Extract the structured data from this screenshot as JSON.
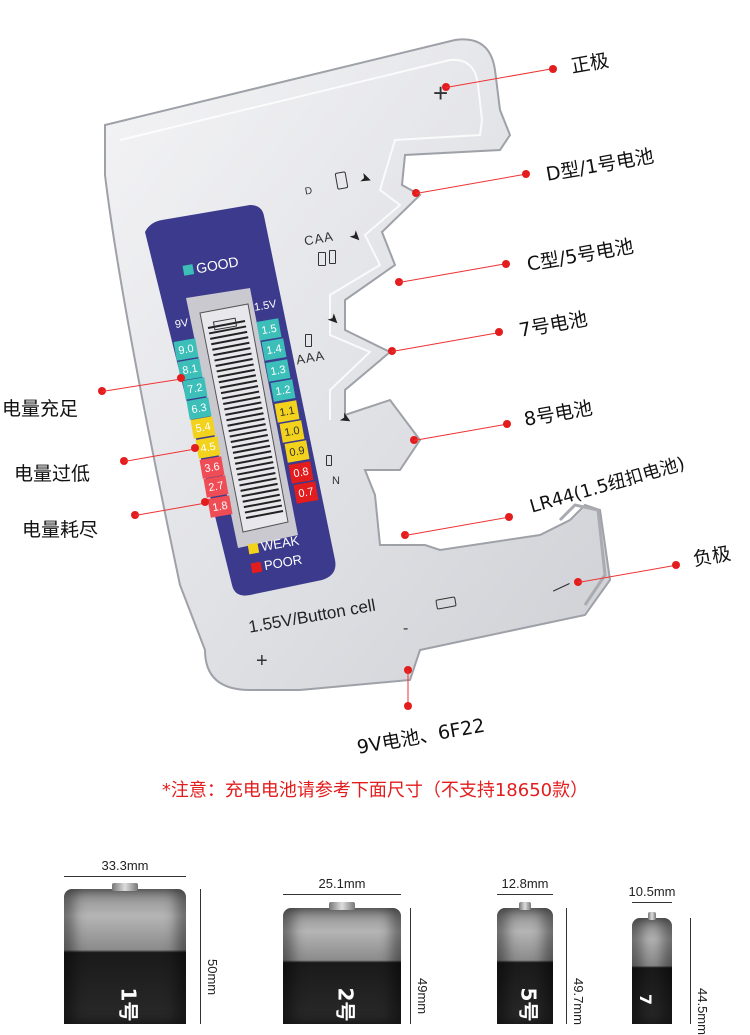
{
  "device": {
    "plus_top": "+",
    "plus_bottom": "+",
    "minus_right": "—",
    "minus_bottom": "-",
    "slots": {
      "d": "D",
      "caa": "CAA",
      "aaa": "AAA",
      "n": "N"
    },
    "bottom_label": "1.55V/Button cell",
    "meter": {
      "good": "GOOD",
      "weak": "WEAK",
      "poor": "POOR",
      "left_header": "9V",
      "right_header": "1.5V",
      "left_scale": [
        {
          "v": "9.0",
          "c": "#3bbfb8"
        },
        {
          "v": "8.1",
          "c": "#3bbfb8"
        },
        {
          "v": "7.2",
          "c": "#3bbfb8"
        },
        {
          "v": "6.3",
          "c": "#3bbfb8"
        },
        {
          "v": "5.4",
          "c": "#f2d21c"
        },
        {
          "v": "4.5",
          "c": "#f2d21c"
        },
        {
          "v": "3.6",
          "c": "#ee4d55"
        },
        {
          "v": "2.7",
          "c": "#ee4d55"
        },
        {
          "v": "1.8",
          "c": "#ee4d55"
        }
      ],
      "right_scale": [
        {
          "v": "1.5",
          "c": "#3bbfb8"
        },
        {
          "v": "1.4",
          "c": "#3bbfb8"
        },
        {
          "v": "1.3",
          "c": "#3bbfb8"
        },
        {
          "v": "1.2",
          "c": "#3bbfb8"
        },
        {
          "v": "1.1",
          "c": "#f2d21c"
        },
        {
          "v": "1.0",
          "c": "#f2d21c"
        },
        {
          "v": "0.9",
          "c": "#f2d21c"
        },
        {
          "v": "0.8",
          "c": "#e31d1d"
        },
        {
          "v": "0.7",
          "c": "#e31d1d"
        }
      ]
    }
  },
  "callouts": {
    "positive": "正极",
    "d_battery": "D型/1号电池",
    "c_battery": "C型/5号电池",
    "aaa_no7": "7号电池",
    "aaaa_no8": "8号电池",
    "lr44": "LR44(1.5纽扣电池)",
    "negative": "负极",
    "battery_9v": "9V电池、6F22",
    "full": "电量充足",
    "low": "电量过低",
    "depleted": "电量耗尽"
  },
  "notice": "*注意：充电电池请参考下面尺寸（不支持18650款）",
  "batteries": [
    {
      "width": "33.3mm",
      "height": "50mm",
      "label": "1号"
    },
    {
      "width": "25.1mm",
      "height": "49mm",
      "label": "2号"
    },
    {
      "width": "12.8mm",
      "height": "49.7mm",
      "label": "5号"
    },
    {
      "width": "10.5mm",
      "height": "44.5mm",
      "label": "7"
    }
  ],
  "colors": {
    "accent_red": "#e31d1d",
    "meter_panel": "#3b3a8c",
    "good": "#3bbfb8",
    "weak": "#f2d21c",
    "poor": "#e31d1d"
  }
}
